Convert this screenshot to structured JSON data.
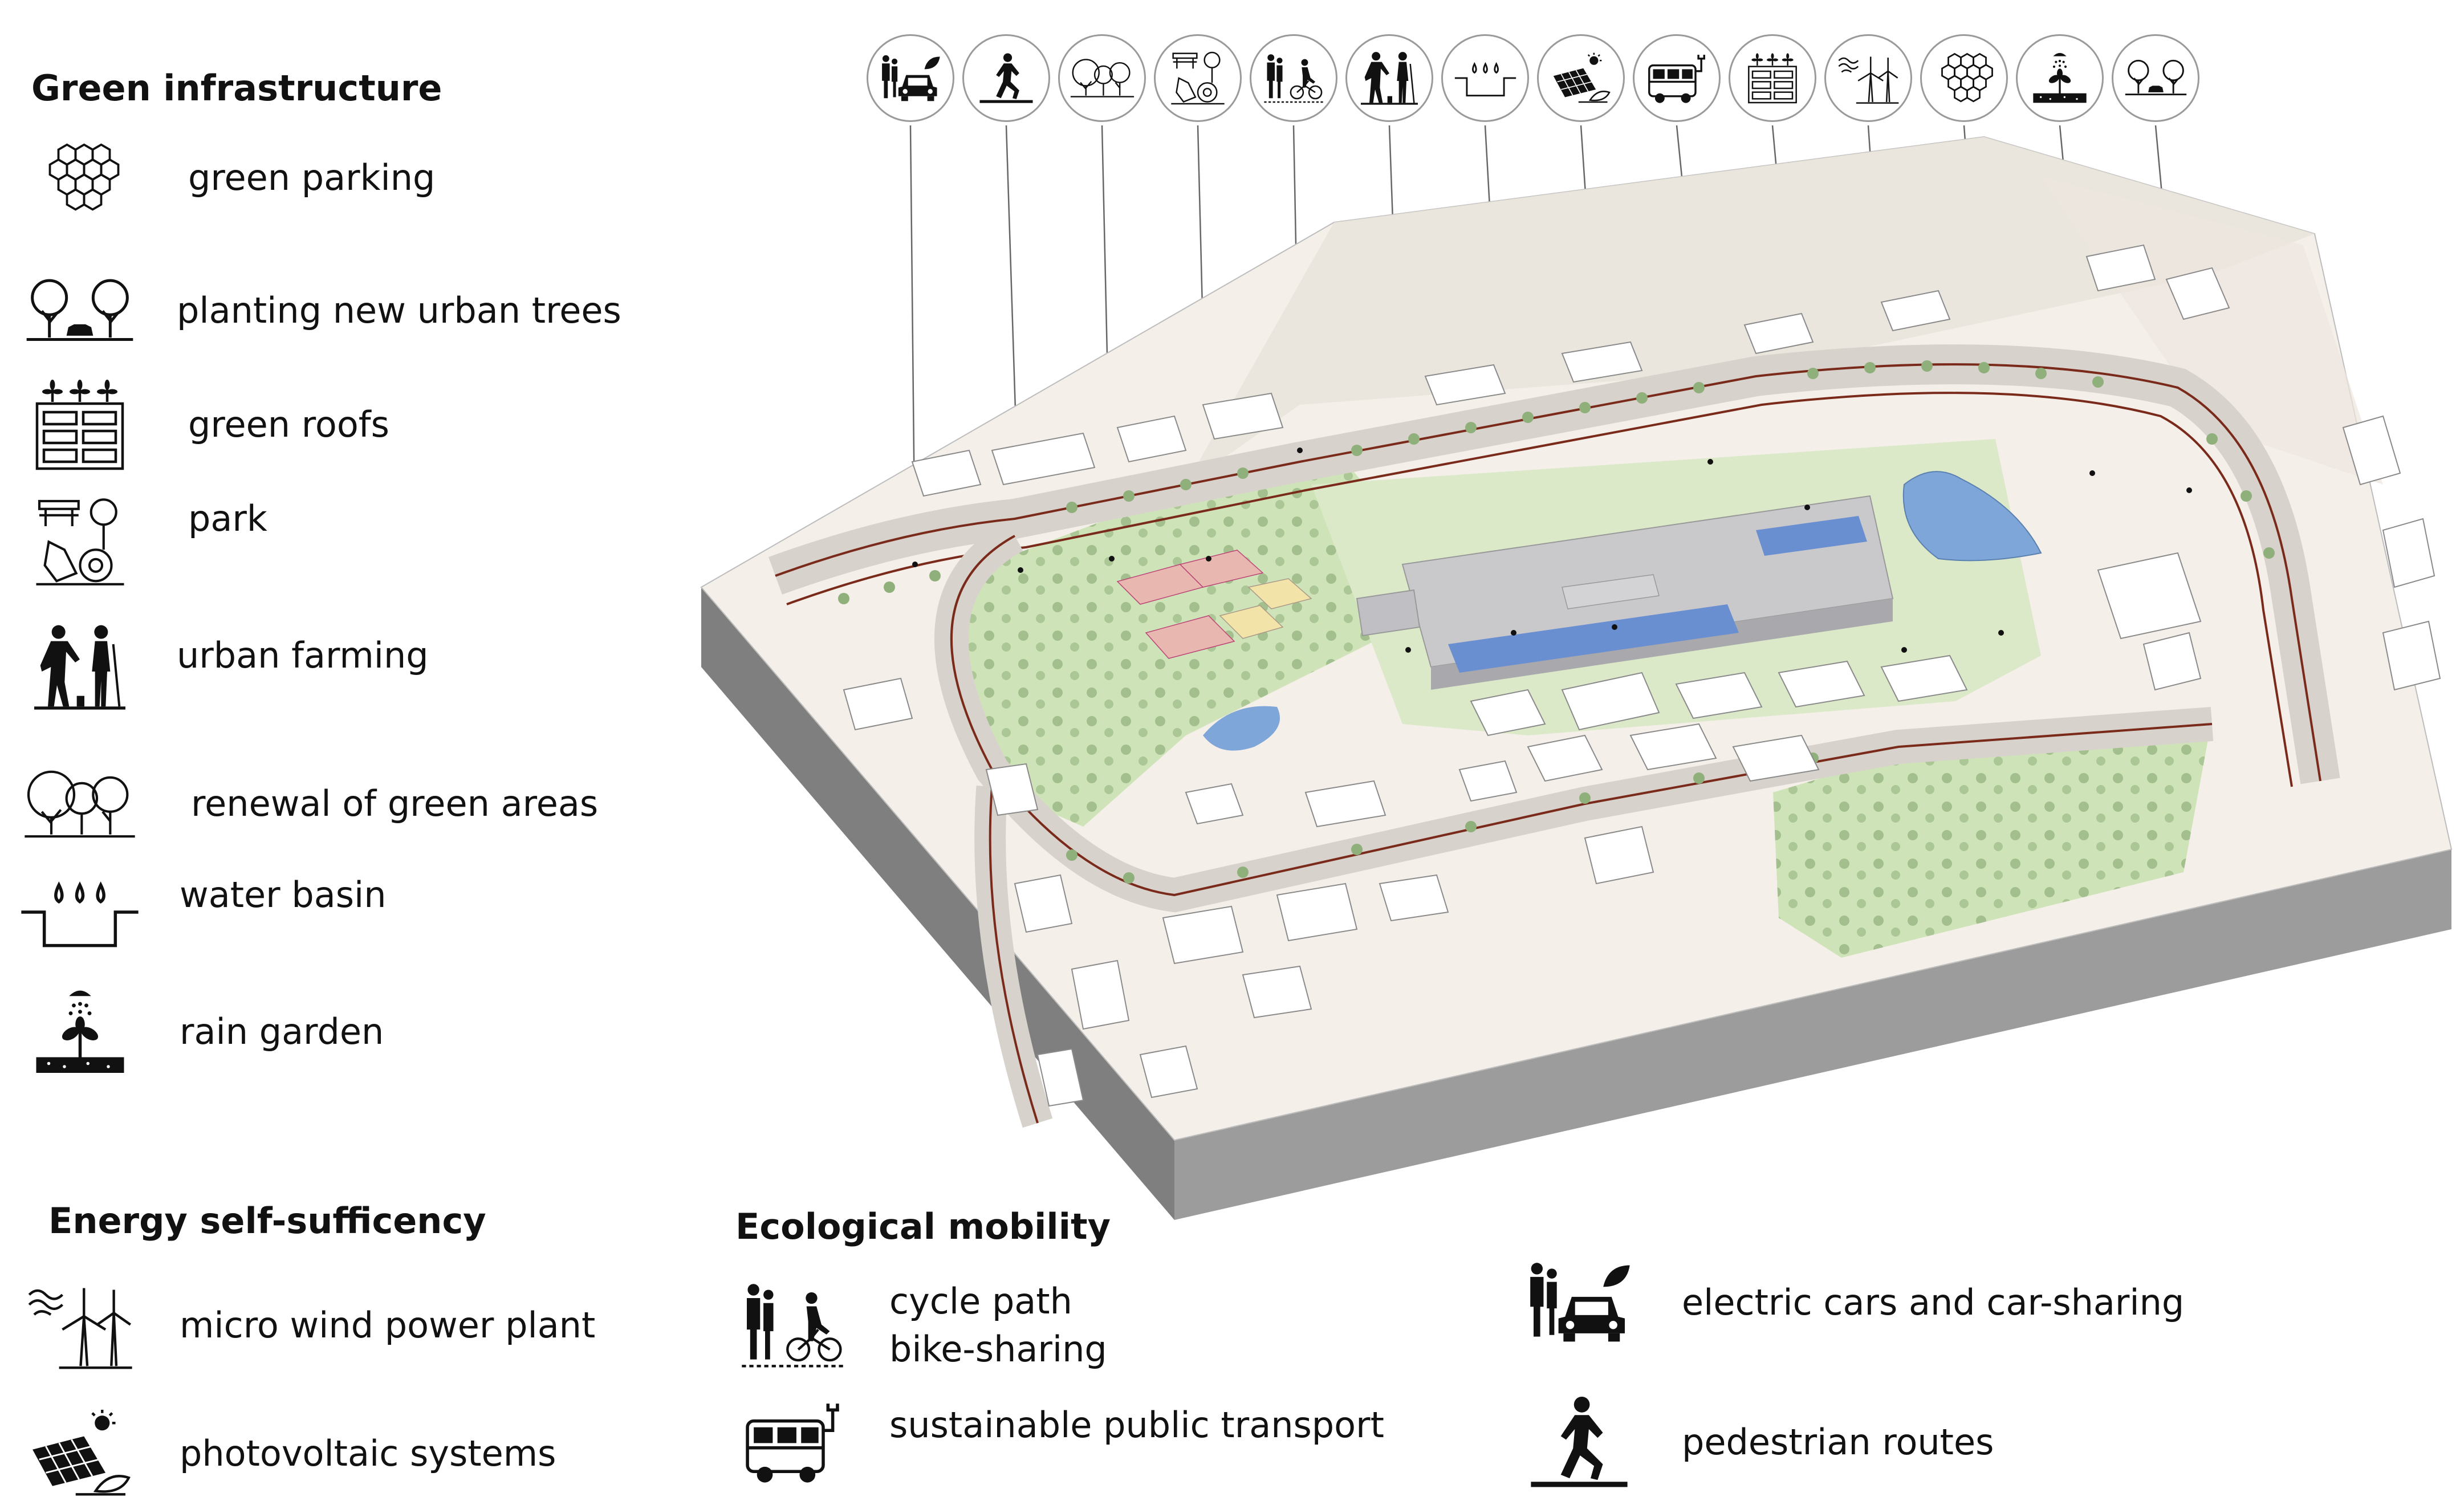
{
  "sections": {
    "green": {
      "title": "Green infrastructure",
      "items": [
        {
          "label": "green parking",
          "icon": "honeycomb-icon"
        },
        {
          "label": "planting new urban trees",
          "icon": "trees-car-icon"
        },
        {
          "label": "green roofs",
          "icon": "green-roof-icon"
        },
        {
          "label": "park",
          "icon": "park-icon"
        },
        {
          "label": "urban farming",
          "icon": "farming-people-icon"
        },
        {
          "label": "renewal of green areas",
          "icon": "tree-group-icon"
        },
        {
          "label": "water basin",
          "icon": "water-basin-icon"
        },
        {
          "label": "rain garden",
          "icon": "rain-garden-icon"
        }
      ]
    },
    "energy": {
      "title": "Energy self-sufficency",
      "items": [
        {
          "label": "micro wind power plant",
          "icon": "wind-turbine-icon"
        },
        {
          "label": "photovoltaic systems",
          "icon": "solar-panel-icon"
        }
      ]
    },
    "mobility": {
      "title": "Ecological mobility",
      "items": [
        {
          "label_line1": "cycle path",
          "label_line2": "bike-sharing",
          "icon": "cyclist-icon"
        },
        {
          "label": "sustainable public transport",
          "icon": "electric-bus-icon"
        },
        {
          "label": "electric cars and car-sharing",
          "icon": "electric-car-icon"
        },
        {
          "label": "pedestrian routes",
          "icon": "pedestrian-icon"
        }
      ]
    }
  },
  "top_icons": [
    "electric-car-icon",
    "pedestrian-icon",
    "tree-group-icon",
    "park-icon",
    "cyclist-icon",
    "farming-people-icon",
    "water-basin-icon",
    "solar-panel-icon",
    "electric-bus-icon",
    "green-roof-icon",
    "wind-turbine-icon",
    "honeycomb-icon",
    "rain-garden-icon",
    "trees-car-icon"
  ],
  "colors": {
    "road_line": "#7a2a1a",
    "green_area": "#cfe3b8",
    "water": "#7fa6d8",
    "sport_court": "#e8b8b0",
    "base_side": "#8a8a8a"
  }
}
